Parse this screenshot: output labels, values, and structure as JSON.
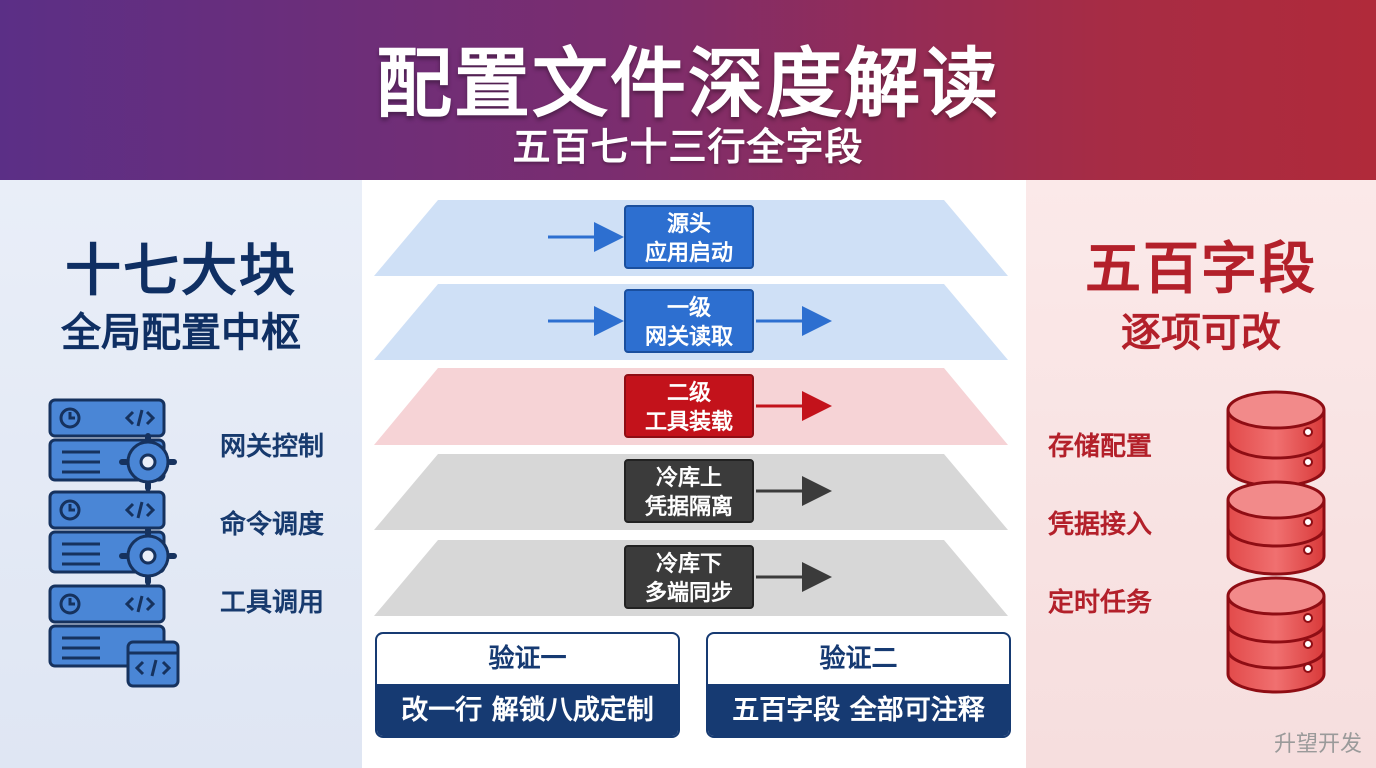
{
  "header": {
    "title": "配置文件深度解读",
    "subtitle": "五百七十三行全字段"
  },
  "left": {
    "heading": "十七大块",
    "subheading": "全局配置中枢",
    "items": [
      "网关控制",
      "命令调度",
      "工具调用"
    ],
    "icon": "server-config-icon"
  },
  "right": {
    "heading": "五百字段",
    "subheading": "逐项可改",
    "items": [
      "存储配置",
      "凭据接入",
      "定时任务"
    ],
    "icon": "database-icon"
  },
  "layers": [
    {
      "line1": "源头",
      "line2": "应用启动",
      "color": "blue"
    },
    {
      "line1": "一级",
      "line2": "网关读取",
      "color": "blue"
    },
    {
      "line1": "二级",
      "line2": "工具装载",
      "color": "red"
    },
    {
      "line1": "冷库上",
      "line2": "凭据隔离",
      "color": "gray"
    },
    {
      "line1": "冷库下",
      "line2": "多端同步",
      "color": "gray"
    }
  ],
  "verify": [
    {
      "title": "验证一",
      "body": "改一行 解锁八成定制"
    },
    {
      "title": "验证二",
      "body": "五百字段 全部可注释"
    }
  ],
  "colors": {
    "navy": "#163a72",
    "blue": "#2d6fd0",
    "red": "#c3121b",
    "gray": "#3b3b3b"
  },
  "watermark": "升望开发"
}
